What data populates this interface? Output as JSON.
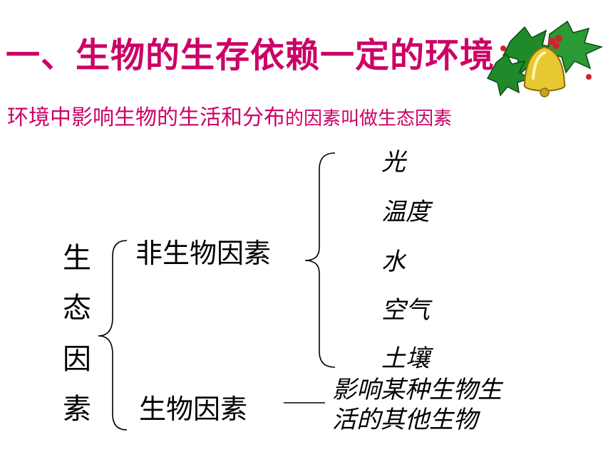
{
  "colors": {
    "title": "#cc0066",
    "text": "#000000",
    "bell_gold": "#e8c830",
    "holly_green": "#1f8a2a",
    "berry_red": "#d4202a"
  },
  "title": "一、生物的生存依赖一定的环境",
  "subtitle": {
    "part1": "环境中影响生物的生活和分布",
    "part2": "的因素叫做生态因素"
  },
  "root_label": [
    "生",
    "态",
    "因",
    "素"
  ],
  "categories": [
    {
      "label": "非生物因素",
      "items": [
        "光",
        "温度",
        "水",
        "空气",
        "土壤"
      ]
    },
    {
      "label": "生物因素",
      "description": [
        "影响某种生物生",
        "活的其他生物"
      ]
    }
  ],
  "icons": {
    "decoration": "christmas-bell-holly-icon"
  }
}
